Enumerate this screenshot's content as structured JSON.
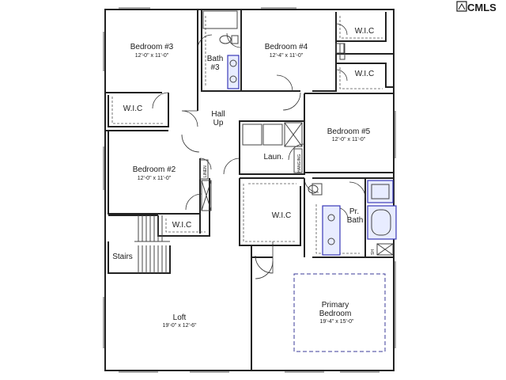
{
  "logo": {
    "text": "CMLS"
  },
  "rooms": {
    "bedroom3": {
      "name": "Bedroom #3",
      "dim": "12'-0\" x 11'-0\""
    },
    "bedroom4": {
      "name": "Bedroom #4",
      "dim": "12'-4\" x 11'-0\""
    },
    "bedroom5": {
      "name": "Bedroom #5",
      "dim": "12'-0\" x 11'-0\""
    },
    "bedroom2": {
      "name": "Bedroom #2",
      "dim": "12'-0\" x 11'-0\""
    },
    "loft": {
      "name": "Loft",
      "dim": "19'-0\" x 12'-6\""
    },
    "primary": {
      "name_line1": "Primary",
      "name_line2": "Bedroom",
      "dim": "19'-4\" x 15'-0\""
    },
    "bath3": {
      "line1": "Bath",
      "line2": "#3"
    },
    "hall": {
      "line1": "Hall",
      "line2": "Up"
    },
    "laundry": {
      "name": "Laun."
    },
    "prbath": {
      "line1": "Pr.",
      "line2": "Bath"
    },
    "stairs": {
      "name": "Stairs"
    }
  },
  "closets": {
    "wic_b4_upper": "W.I.C",
    "wic_b4_lower": "W.I.C",
    "wic_b3": "W.I.C",
    "wic_b2": "W.I.C",
    "wic_primary": "W.I.C"
  },
  "small_labels": {
    "linen": "LINEN",
    "hanging": "HANGING",
    "shelf": "SH"
  }
}
